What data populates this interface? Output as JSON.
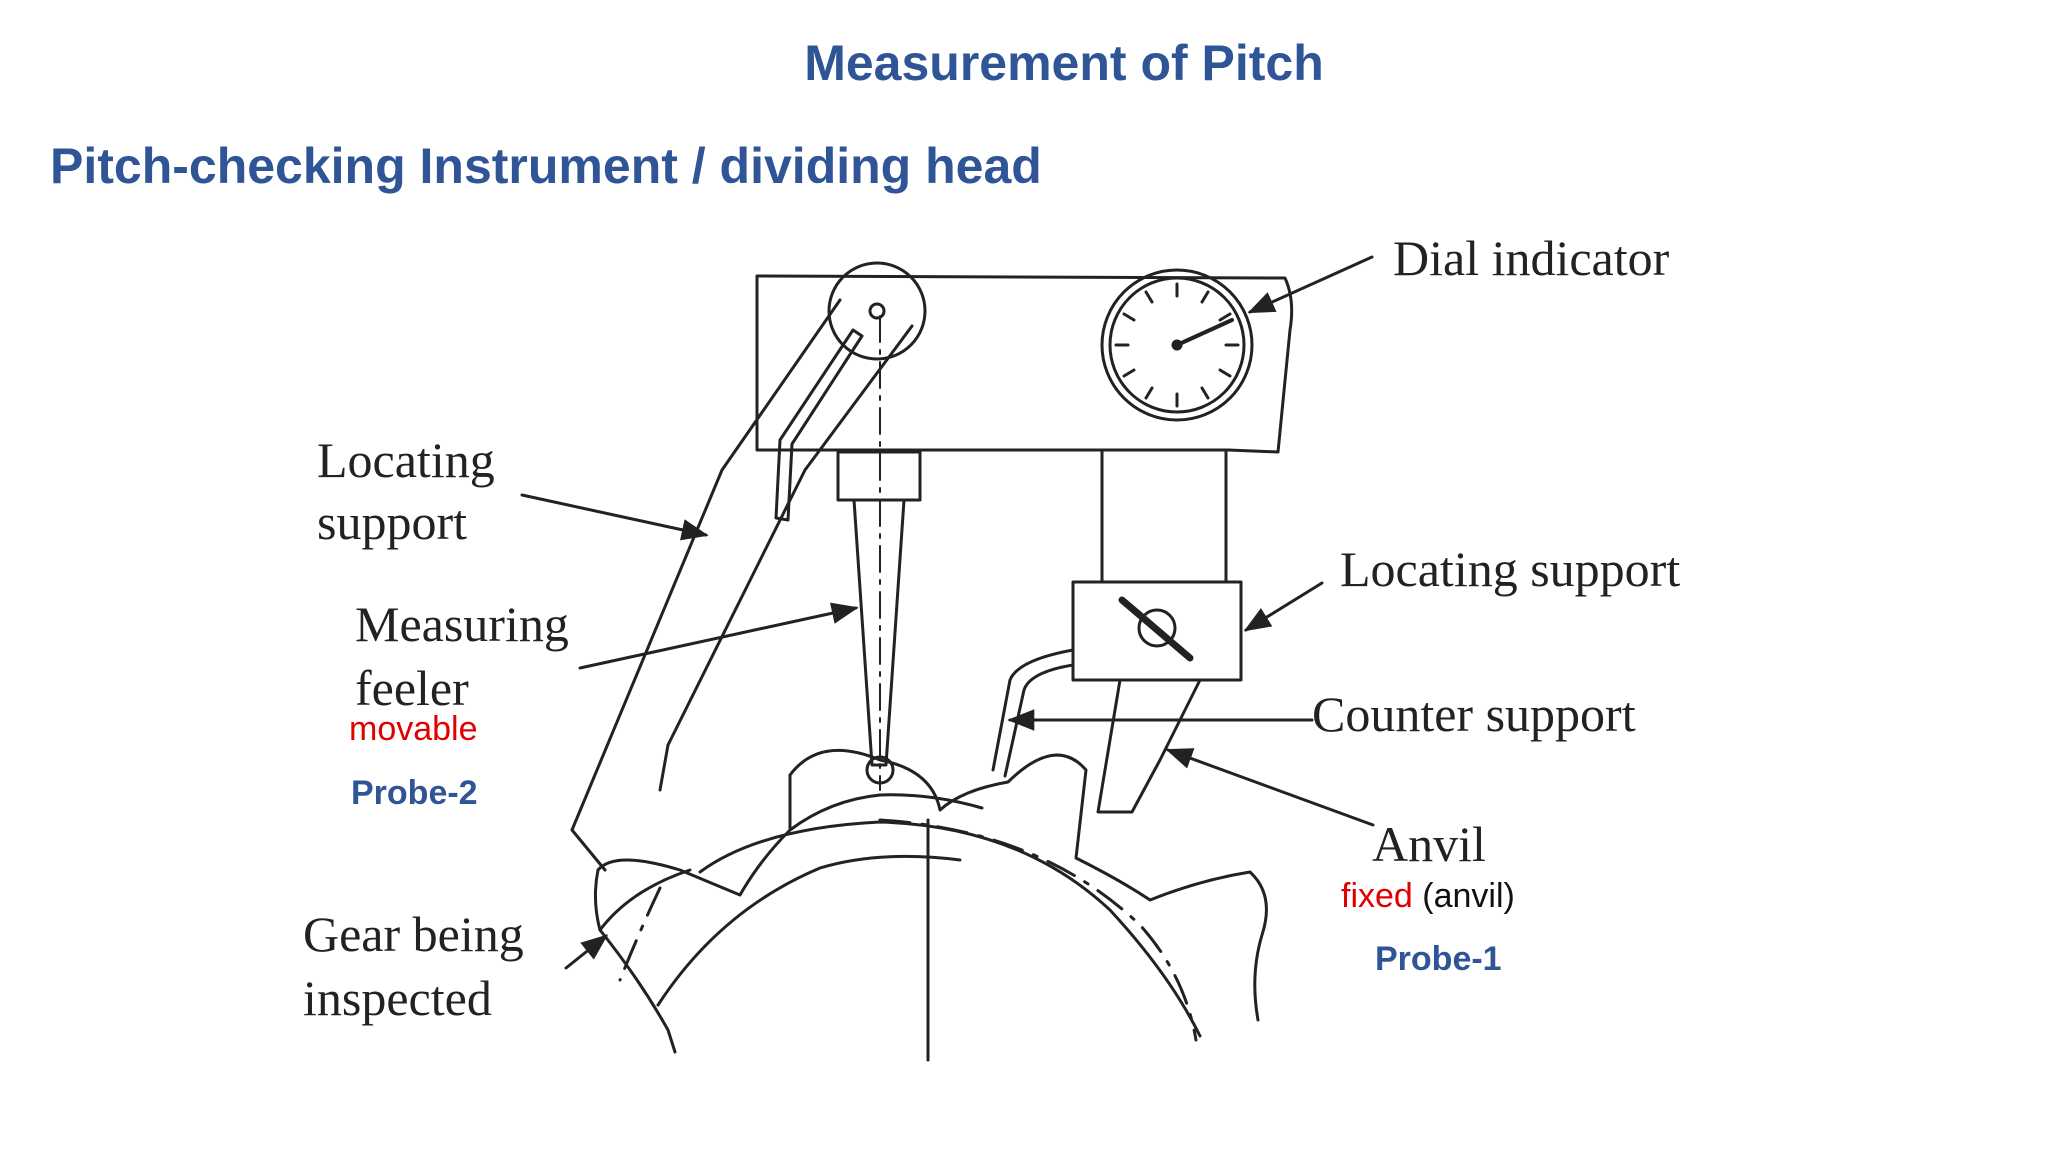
{
  "title": "Measurement of Pitch",
  "subtitle": "Pitch-checking Instrument / dividing head",
  "labels": {
    "dial_indicator": "Dial indicator",
    "locating_support_left_1": "Locating",
    "locating_support_left_2": "support",
    "locating_support_right": "Locating support",
    "measuring_feeler_1": "Measuring",
    "measuring_feeler_2": "feeler",
    "counter_support": "Counter support",
    "anvil": "Anvil",
    "gear_1": "Gear being",
    "gear_2": "inspected"
  },
  "notes": {
    "movable": "movable",
    "probe_2": "Probe-2",
    "fixed": "fixed",
    "fixed_anvil": "(anvil)",
    "probe_1": "Probe-1"
  },
  "colors": {
    "heading": "#2f5597",
    "highlight": "#e00000",
    "line": "#222222"
  }
}
